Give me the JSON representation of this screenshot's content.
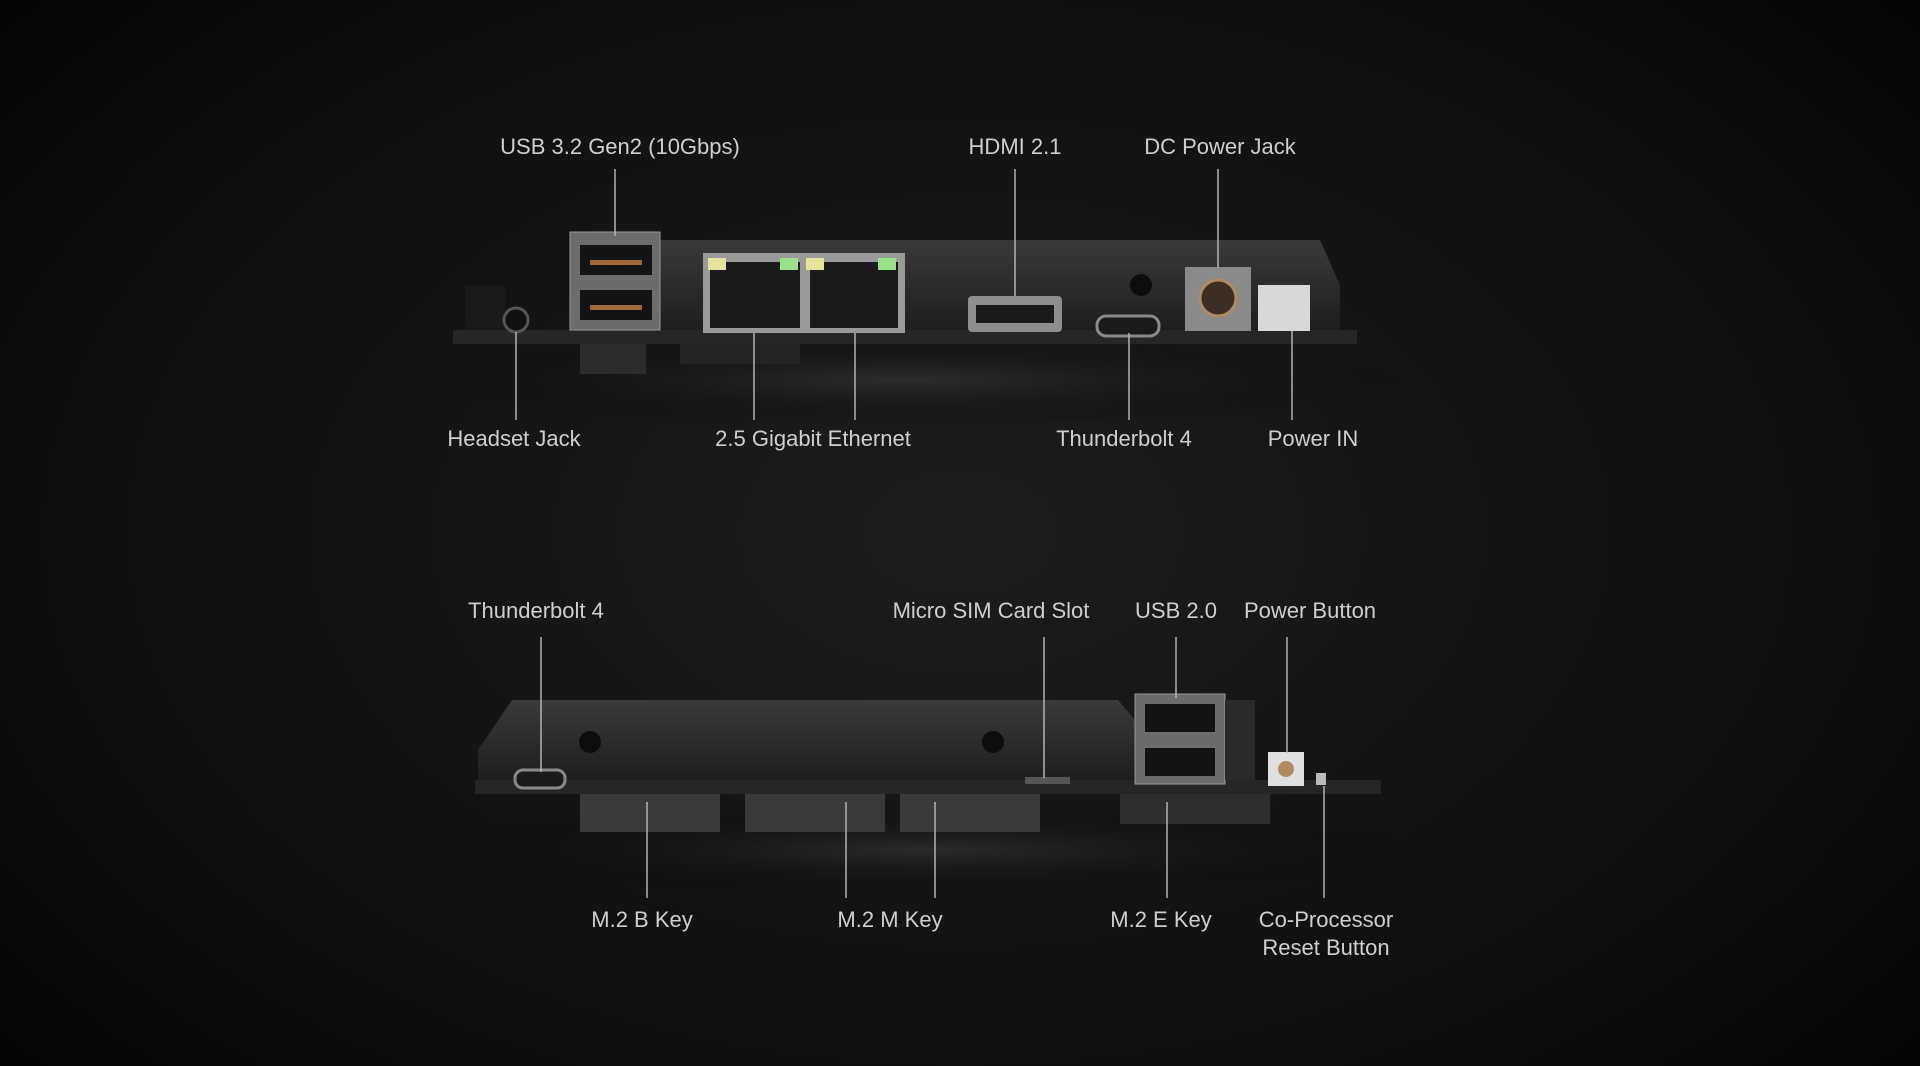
{
  "top_view": {
    "labels": {
      "usb32": "USB 3.2 Gen2 (10Gbps)",
      "hdmi": "HDMI 2.1",
      "dc_jack": "DC Power Jack",
      "headset": "Headset Jack",
      "ethernet": "2.5 Gigabit Ethernet",
      "thunderbolt": "Thunderbolt 4",
      "power_in": "Power IN"
    }
  },
  "bottom_view": {
    "labels": {
      "thunderbolt": "Thunderbolt 4",
      "sim": "Micro SIM Card Slot",
      "usb20": "USB 2.0",
      "power_button": "Power Button",
      "m2b": "M.2 B Key",
      "m2m": "M.2 M Key",
      "m2e": "M.2 E Key",
      "coproc_line1": "Co-Processor",
      "coproc_line2": "Reset Button"
    }
  },
  "colors": {
    "led_yellow": "#e6e39a",
    "led_green": "#9be08a",
    "label": "#cfcfcf"
  }
}
